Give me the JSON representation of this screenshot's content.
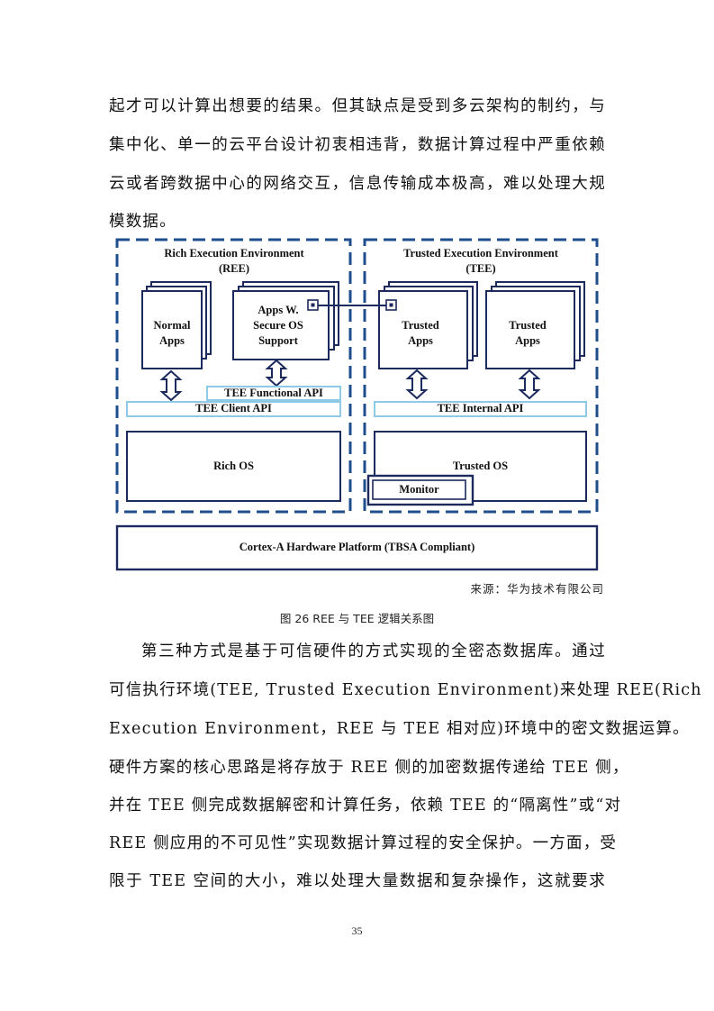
{
  "paragraph_top": {
    "lines": [
      "起才可以计算出想要的结果。但其缺点是受到多云架构的制约，与",
      "集中化、单一的云平台设计初衷相违背，数据计算过程中严重依赖",
      "云或者跨数据中心的网络交互，信息传输成本极高，难以处理大规",
      "模数据。"
    ]
  },
  "diagram": {
    "ree_title_1": "Rich Execution Environment",
    "ree_title_2": "(REE)",
    "tee_title_1": "Trusted Execution Environment",
    "tee_title_2": "(TEE)",
    "normal_apps_1": "Normal",
    "normal_apps_2": "Apps",
    "apps_w_1": "Apps W.",
    "apps_w_2": "Secure OS",
    "apps_w_3": "Support",
    "trusted_apps_a_1": "Trusted",
    "trusted_apps_a_2": "Apps",
    "trusted_apps_b_1": "Trusted",
    "trusted_apps_b_2": "Apps",
    "tee_functional_api": "TEE Functional API",
    "tee_client_api": "TEE Client API",
    "tee_internal_api": "TEE Internal API",
    "rich_os": "Rich OS",
    "trusted_os": "Trusted OS",
    "monitor": "Monitor",
    "hardware": "Cortex-A Hardware Platform (TBSA Compliant)",
    "colors": {
      "dash_border": "#1f4e8c",
      "box_border": "#1c2a5e",
      "api_border": "#8ec9e8"
    }
  },
  "source": "来源：华为技术有限公司",
  "caption": "图 26 REE 与 TEE 逻辑关系图",
  "paragraph_bottom": {
    "lines": [
      "第三种方式是基于可信硬件的方式实现的全密态数据库。通过",
      "可信执行环境(TEE, Trusted Execution Environment)来处理 REE(Rich",
      "Execution Environment，REE 与 TEE 相对应)环境中的密文数据运算。",
      "硬件方案的核心思路是将存放于 REE 侧的加密数据传递给 TEE 侧，",
      "并在 TEE 侧完成数据解密和计算任务，依赖 TEE 的“隔离性”或“对",
      "REE 侧应用的不可见性”实现数据计算过程的安全保护。一方面，受",
      "限于 TEE 空间的大小，难以处理大量数据和复杂操作，这就要求"
    ]
  },
  "page_number": "35"
}
